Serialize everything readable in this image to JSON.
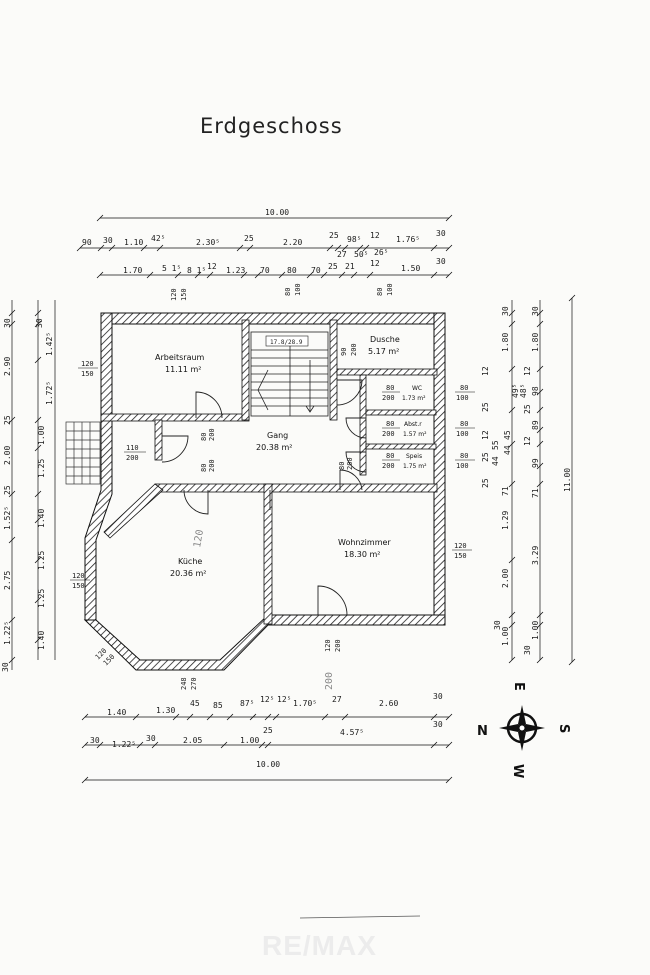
{
  "title": "Erdgeschoss",
  "logo": "RE/MAX",
  "rooms": {
    "arbeitsraum": {
      "name": "Arbeitsraum",
      "area": "11.11 m²"
    },
    "dusche": {
      "name": "Dusche",
      "area": "5.17 m²"
    },
    "wc": {
      "name": "WC",
      "area": "1.73 m²"
    },
    "abstr": {
      "name": "Abst.r",
      "area": "1.57 m²"
    },
    "speis": {
      "name": "Speis",
      "area": "1.75 m²"
    },
    "gang": {
      "name": "Gang",
      "area": "20.38 m²"
    },
    "kueche": {
      "name": "Küche",
      "area": "20.36 m²"
    },
    "wohnzimmer": {
      "name": "Wohnzimmer",
      "area": "18.30 m²"
    },
    "stair": "17.8/28.9"
  },
  "dims": {
    "top_total": "10.00",
    "top1": [
      "90",
      "30",
      "1.10",
      "42⁵",
      "2.30⁵",
      "25",
      "2.20",
      "25",
      "98⁵",
      "12",
      "1.76⁵",
      "30"
    ],
    "top1b": [
      "27",
      "50⁵",
      "26⁵"
    ],
    "top2": [
      "1.70",
      "5 1⁵",
      "8 1⁵",
      "12",
      "1.23",
      "70",
      "80",
      "70",
      "25",
      "21",
      "12",
      "1.50",
      "30"
    ],
    "bot1": [
      "1.40",
      "1.30",
      "45",
      "85",
      "87⁵",
      "12⁵",
      "12⁵",
      "1.70⁵",
      "27",
      "2.60",
      "30"
    ],
    "bot2": [
      "30",
      "1.22⁵",
      "30",
      "2.05",
      "1.00",
      "25",
      "4.57⁵",
      "30"
    ],
    "bot_total": "10.00",
    "left1": [
      "30",
      "2.90",
      "25",
      "2.00",
      "25",
      "2.75",
      "30"
    ],
    "left2": [
      "30",
      "1.42⁵",
      "1.72⁵",
      "1.00",
      "1.25",
      "1.40",
      "1.25",
      "1.25",
      "1.40"
    ],
    "left3": [
      "1.52⁵",
      "1.22⁵"
    ],
    "right1": [
      "30",
      "1.80",
      "12",
      "25",
      "12",
      "25",
      "25",
      "1.29",
      "2.00",
      "1.00",
      "30"
    ],
    "right2": [
      "30",
      "1.80",
      "12",
      "98",
      "25",
      "89",
      "12",
      "99",
      "71",
      "3.29",
      "1.00",
      "30"
    ],
    "right_b": [
      "48⁵",
      "49⁵",
      "55",
      "44",
      "45",
      "44",
      "71"
    ],
    "right_total": "11.00"
  },
  "openings": {
    "w1": [
      "120",
      "150"
    ],
    "w2": [
      "80",
      "100"
    ],
    "w3": [
      "80",
      "100"
    ],
    "w_left": [
      "120",
      "150"
    ],
    "w_ent": [
      "110",
      "200"
    ],
    "w_right": [
      "120",
      "150"
    ],
    "w_kuche_l": [
      "120",
      "150"
    ],
    "w_diag": [
      "120",
      "150"
    ],
    "w_bot": [
      "120",
      "200"
    ],
    "w_kbot": [
      "248",
      "270"
    ],
    "d1": [
      "80",
      "200"
    ],
    "d2": [
      "80",
      "200"
    ],
    "d3": [
      "90",
      "200"
    ],
    "d4": [
      "80",
      "200"
    ],
    "d5": [
      "80",
      "200"
    ],
    "wc_door": [
      "80",
      "200"
    ],
    "ab_door": [
      "80",
      "200"
    ],
    "sp_door": [
      "80",
      "200"
    ],
    "wc_win": [
      "80",
      "100"
    ],
    "ab_win": [
      "80",
      "100"
    ],
    "sp_win": [
      "80",
      "100"
    ],
    "hand1": "120",
    "hand2": "200"
  },
  "compass": {
    "n": "N",
    "e": "E",
    "s": "S",
    "w": "W"
  }
}
